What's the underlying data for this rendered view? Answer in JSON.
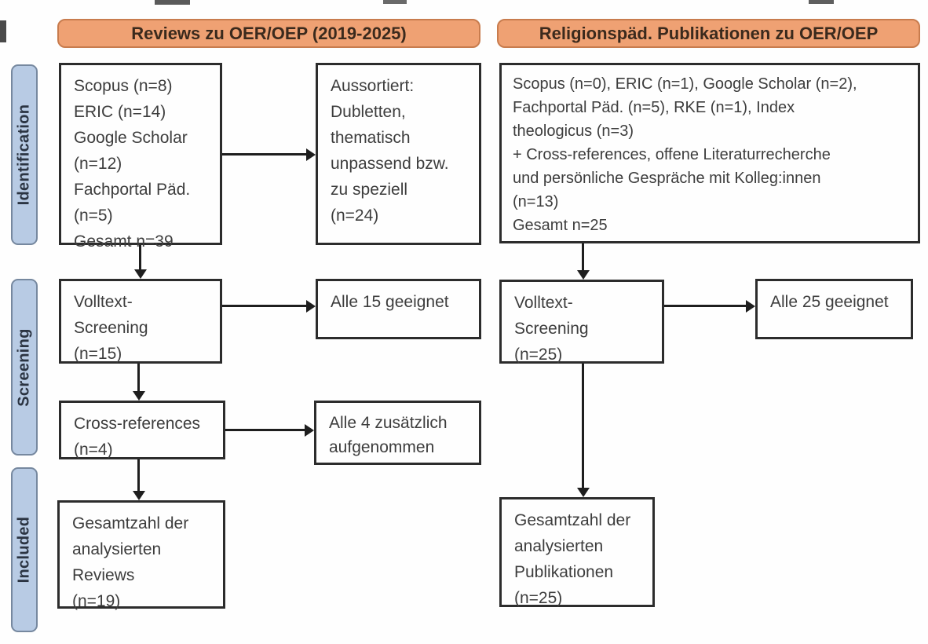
{
  "headers": {
    "left": "Reviews zu OER/OEP (2019-2025)",
    "right": "Religionspäd. Publikationen zu OER/OEP"
  },
  "stages": {
    "identification": "Identification",
    "screening": "Screening",
    "included": "Included"
  },
  "reviews": {
    "sources": "Scopus (n=8)\nERIC (n=14)\nGoogle Scholar\n(n=12)\nFachportal Päd.\n(n=5)\nGesamt n=39",
    "excluded": "Aussortiert:\nDubletten,\nthematisch\nunpassend bzw.\nzu speziell\n(n=24)",
    "fulltext_screening": "Volltext-\nScreening\n(n=15)",
    "fulltext_result": "Alle 15 geeignet",
    "cross_references": "Cross-references\n(n=4)",
    "cross_references_result": "Alle 4 zusätzlich\naufgenommen",
    "included_total": "Gesamtzahl der\nanalysierten\nReviews\n(n=19)"
  },
  "religionspaed": {
    "sources": "Scopus (n=0), ERIC (n=1), Google Scholar (n=2),\nFachportal Päd. (n=5), RKE (n=1), Index\ntheologicus (n=3)\n+ Cross-references, offene Literaturrecherche\nund persönliche Gespräche mit Kolleg:innen\n(n=13)\nGesamt n=25",
    "fulltext_screening": "Volltext-\nScreening\n(n=25)",
    "fulltext_result": "Alle 25 geeignet",
    "included_total": "Gesamtzahl der\nanalysierten\nPublikationen\n(n=25)"
  },
  "colors": {
    "orange_fill": "#efa173",
    "orange_border": "#c87c4e",
    "blue_fill": "#b8cbe4",
    "blue_border": "#76889f",
    "box_border": "#2c2c2c",
    "box_text": "#3d3d3d",
    "header_text": "#3b2a1d",
    "label_text": "#2b3442",
    "arrow": "#1e1e1e"
  }
}
